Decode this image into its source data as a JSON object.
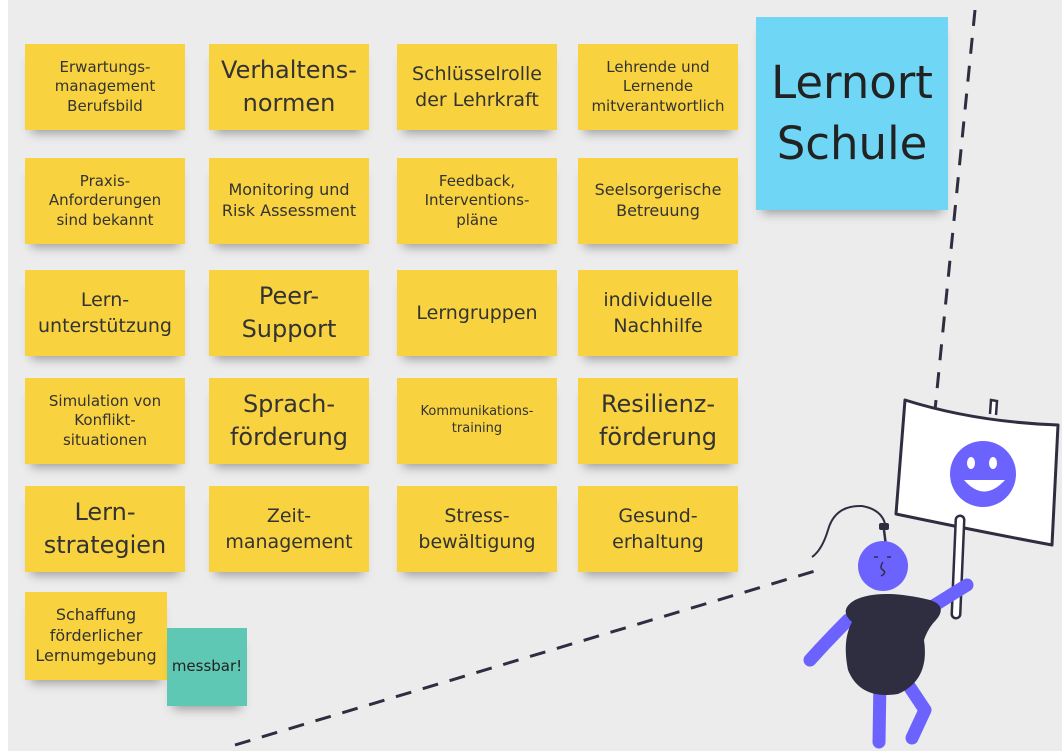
{
  "board": {
    "notes": [
      {
        "text": "Erwartungs-\nmanagement\nBerufsbild"
      },
      {
        "text": "Verhaltens-\nnormen"
      },
      {
        "text": "Schlüsselrolle\nder Lehrkraft"
      },
      {
        "text": "Lehrende und\nLernende\nmitverantwortlich"
      },
      {
        "text": "Praxis-\nAnforderungen\nsind bekannt"
      },
      {
        "text": "Monitoring und\nRisk Assessment"
      },
      {
        "text": "Feedback,\nInterventions-\npläne"
      },
      {
        "text": "Seelsorgerische\nBetreuung"
      },
      {
        "text": "Lern-\nunterstützung"
      },
      {
        "text": "Peer-\nSupport"
      },
      {
        "text": "Lerngruppen"
      },
      {
        "text": "individuelle\nNachhilfe"
      },
      {
        "text": "Simulation von\nKonflikt-\nsituationen"
      },
      {
        "text": "Sprach-\nförderung"
      },
      {
        "text": "Kommunikations-\ntraining"
      },
      {
        "text": "Resilienz-\nförderung"
      },
      {
        "text": "Lern-\nstrategien"
      },
      {
        "text": "Zeit-\nmanagement"
      },
      {
        "text": "Stress-\nbewältigung"
      },
      {
        "text": "Gesund-\nerhaltung"
      },
      {
        "text": "Schaffung\nförderlicher\nLernumgebung"
      }
    ],
    "title_note": {
      "text": "Lernort\nSchule"
    },
    "tag_note": {
      "text": "messbar!"
    }
  },
  "colors": {
    "yellow_note": "#f8d23f",
    "blue_note": "#6fd6f6",
    "teal_note": "#5fc8b4",
    "figure_purple": "#6c63ff",
    "figure_dark": "#2f2e41",
    "canvas": "#ececec"
  },
  "icons": {
    "sign": "smiley-sign-icon",
    "figure": "person-holding-sign-illustration"
  }
}
